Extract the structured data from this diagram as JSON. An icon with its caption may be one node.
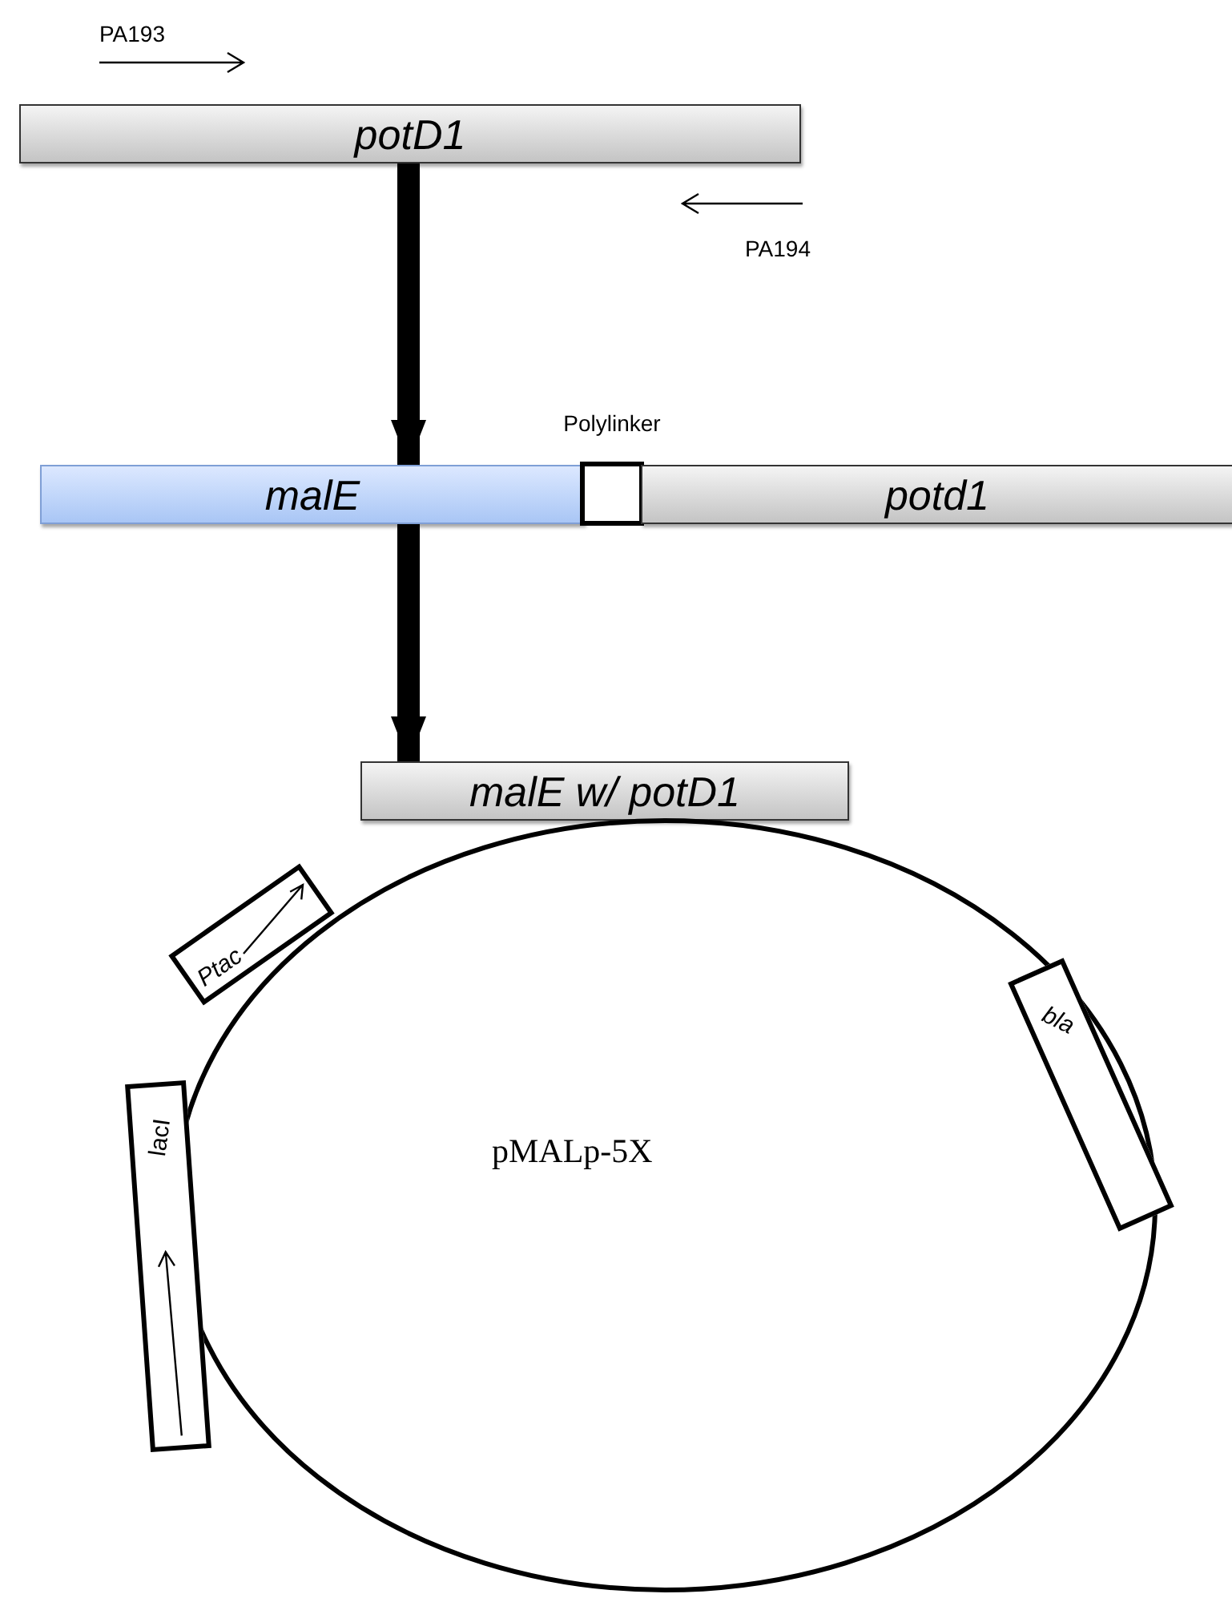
{
  "diagram": {
    "nodes": [
      {
        "text": [
          "potD1"
        ]
      },
      {
        "text": [
          "malE"
        ]
      },
      {
        "text": [
          "Polylinker"
        ]
      },
      {
        "text": [
          "potd1"
        ]
      },
      {
        "text": [
          "malE w/ potD1"
        ]
      },
      {
        "text": [
          "pMALp-5X"
        ]
      },
      {
        "text": [
          "Ptac"
        ]
      },
      {
        "text": [
          "lacI"
        ]
      },
      {
        "text": [
          "bla"
        ]
      }
    ],
    "edges": [
      {
        "from": 0,
        "to": 1,
        "arrow": "to"
      },
      {
        "from": 1,
        "to": 4,
        "arrow": "to"
      }
    ],
    "labels": [
      "PA193",
      "PA194"
    ]
  }
}
